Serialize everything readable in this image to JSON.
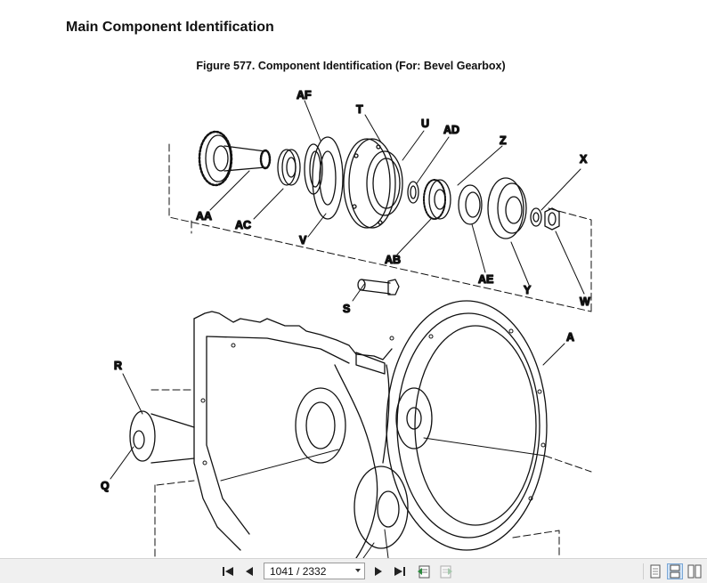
{
  "document": {
    "section_heading": "Main Component Identification",
    "figure_caption": "Figure 577. Component Identification (For: Bevel Gearbox)",
    "callouts": [
      "AF",
      "T",
      "U",
      "AD",
      "Z",
      "X",
      "AA",
      "AC",
      "V",
      "AB",
      "AE",
      "Y",
      "W",
      "S",
      "A",
      "R",
      "Q"
    ]
  },
  "toolbar": {
    "page_indicator": "1041 / 2332",
    "icons": [
      "first-page-icon",
      "previous-page-icon",
      "page-select-dropdown",
      "next-page-icon",
      "last-page-icon",
      "go-back-view-icon",
      "go-forward-view-icon",
      "single-page-view-icon",
      "continuous-view-icon",
      "facing-pages-view-icon"
    ]
  }
}
